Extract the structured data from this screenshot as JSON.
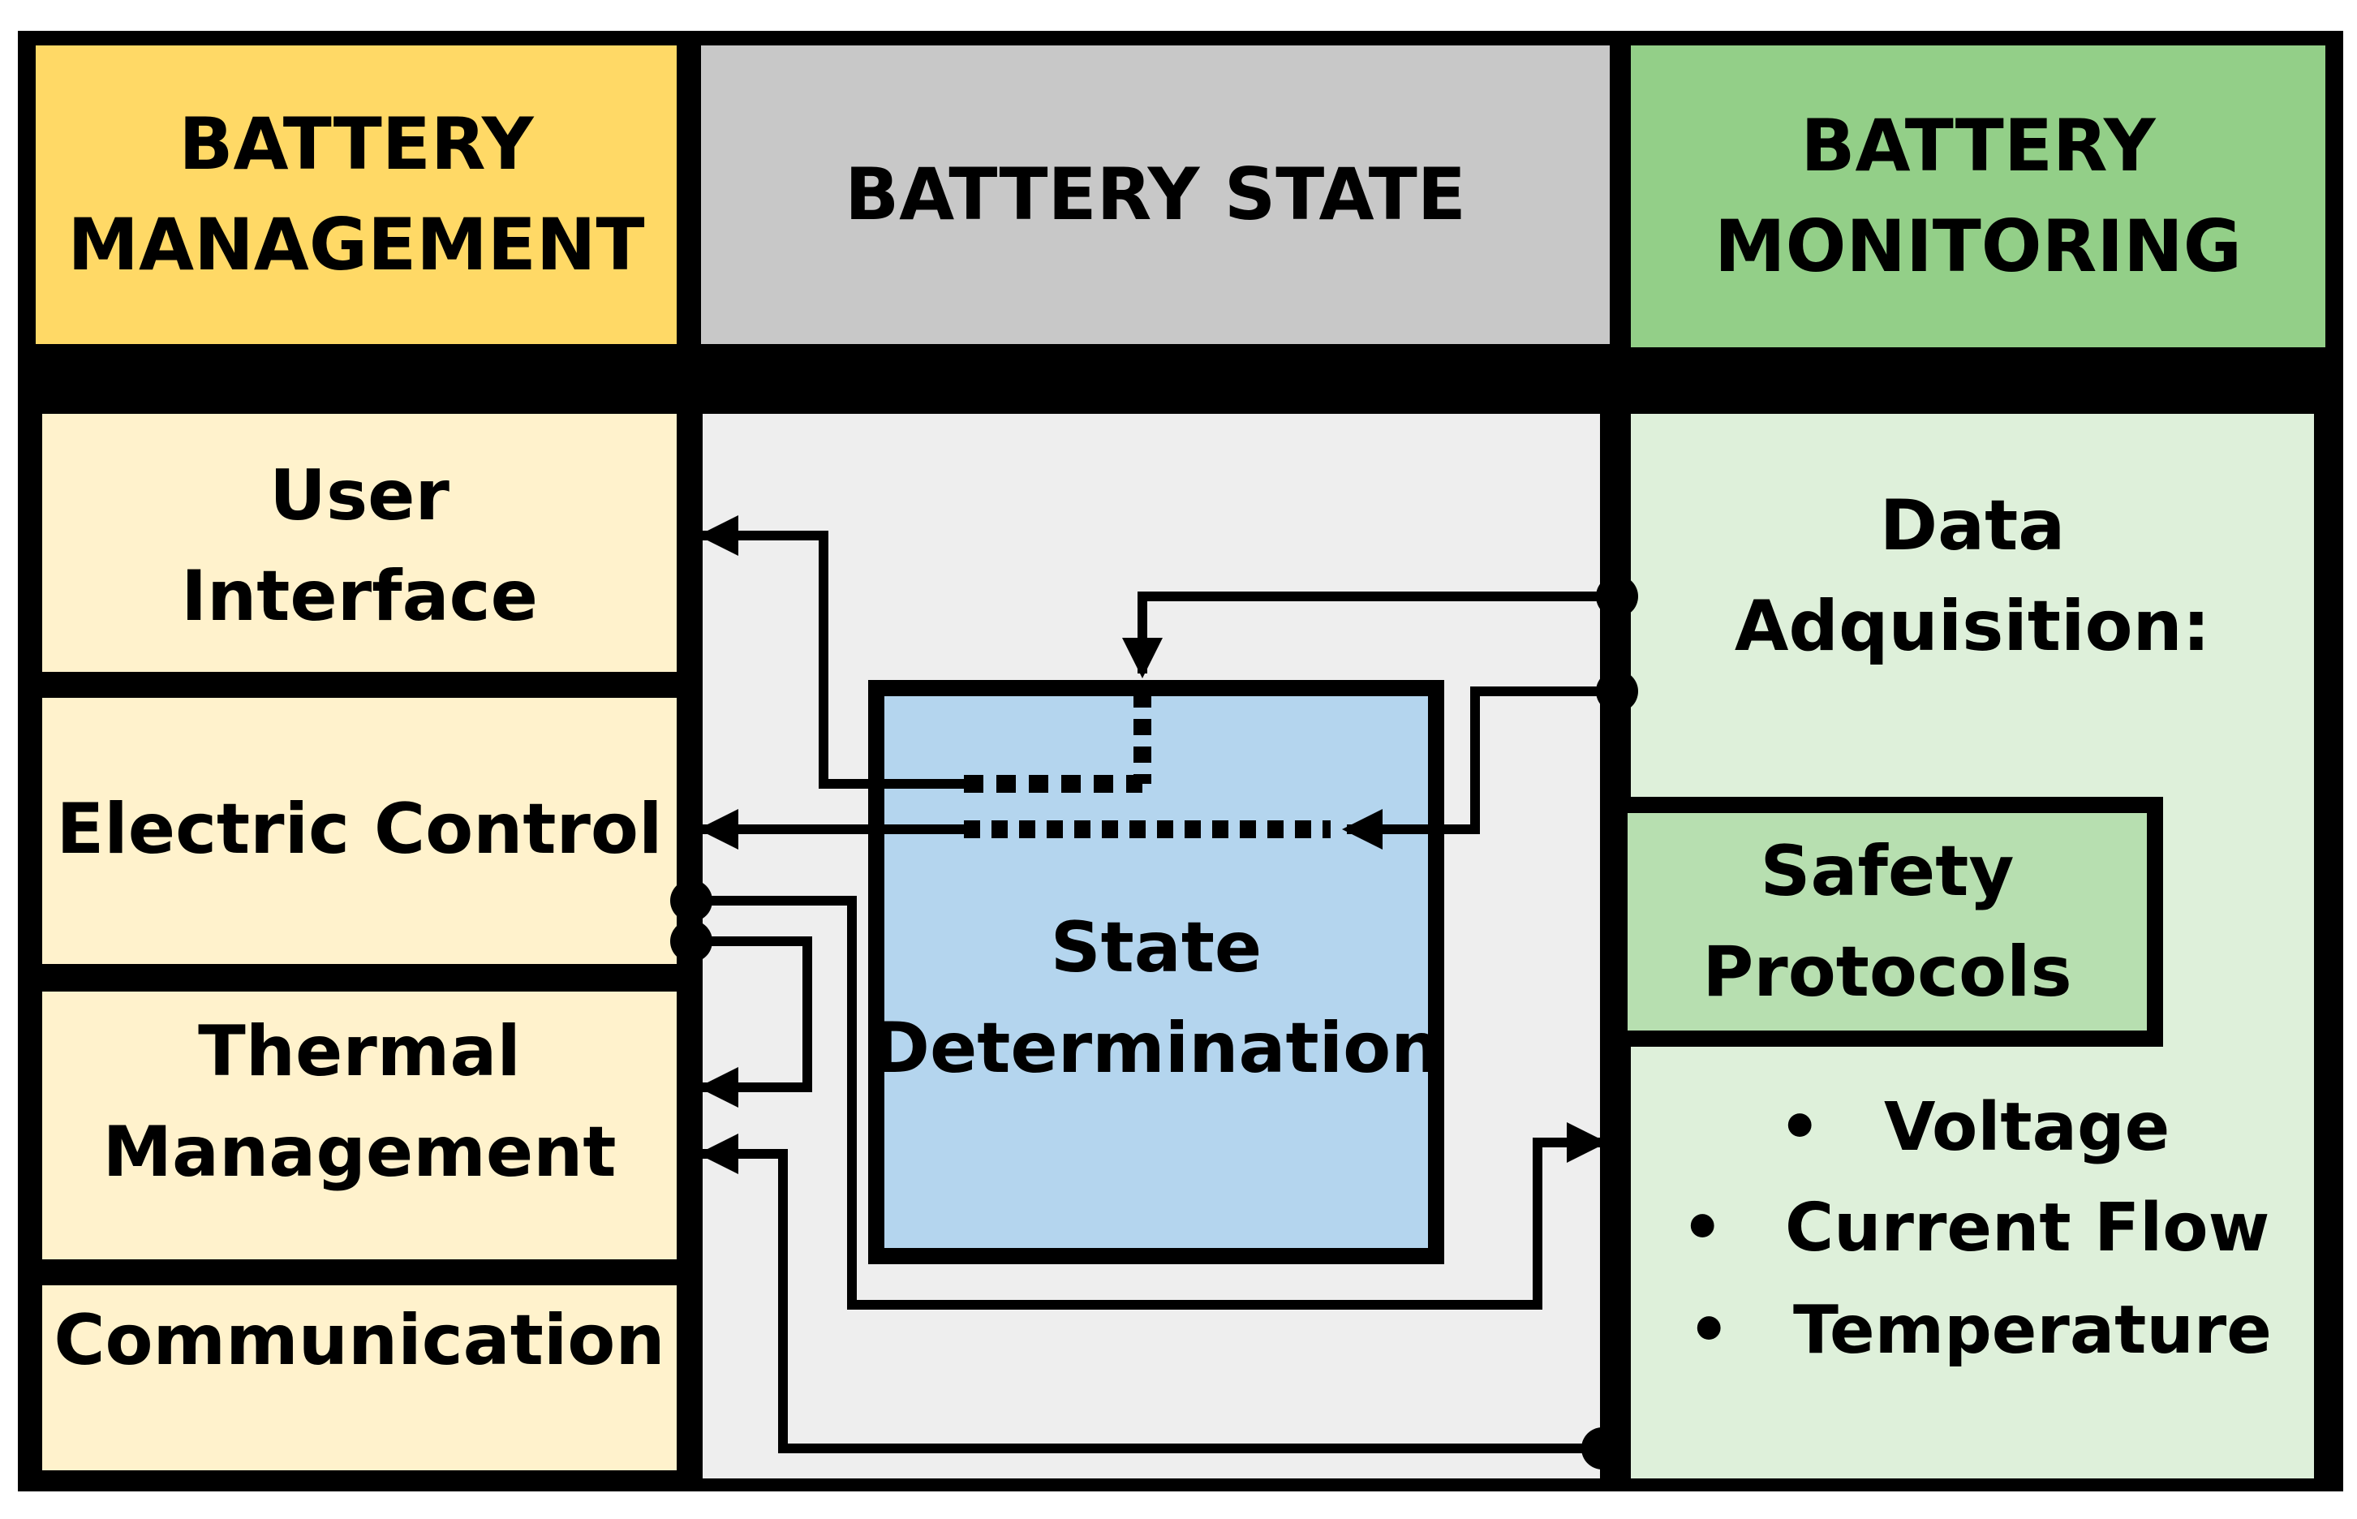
{
  "headers": {
    "management": "BATTERY\nMANAGEMENT",
    "state": "BATTERY STATE",
    "monitoring": "BATTERY\nMONITORING"
  },
  "management_items": {
    "user_interface": "User\nInterface",
    "electric_control": "Electric Control",
    "thermal_management": "Thermal\nManagement",
    "communication": "Communication"
  },
  "state": {
    "determination": "State\nDetermination"
  },
  "monitoring": {
    "data_acquisition": "Data\nAdquisition:",
    "safety_protocols": "Safety\nProtocols",
    "bullet_marker": "•",
    "parameters": [
      "Voltage",
      "Current Flow",
      "Temperature"
    ]
  },
  "colors": {
    "management_header": "#FFD966",
    "management_body": "#FFF2CC",
    "state_header": "#C8C8C8",
    "state_body": "#EEEEEE",
    "state_box": "#B4D5EE",
    "monitoring_header": "#93CF88",
    "monitoring_body": "#DEF0DA",
    "safety_box": "#B7DFB0",
    "line": "#000000"
  }
}
